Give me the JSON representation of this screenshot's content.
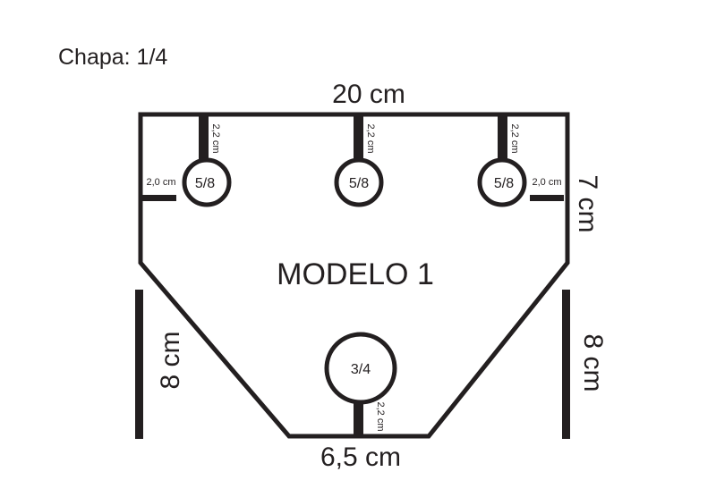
{
  "sheet": {
    "label": "Chapa: 1/4"
  },
  "model": {
    "label": "MODELO 1"
  },
  "dimensions": {
    "top_width": "20 cm",
    "right_height": "7 cm",
    "left_slant": "8 cm",
    "right_slant": "8 cm",
    "bottom_width": "6,5 cm",
    "stem_top_left": "2,2 cm",
    "stem_top_center": "2,2 cm",
    "stem_top_right": "2,2 cm",
    "stem_bottom": "2,2 cm",
    "edge_left": "2,0 cm",
    "edge_right": "2,0 cm"
  },
  "holes": {
    "top_left": "5/8",
    "top_center": "5/8",
    "top_right": "5/8",
    "bottom": "3/4"
  },
  "colors": {
    "stroke": "#231f20",
    "background": "#ffffff"
  }
}
